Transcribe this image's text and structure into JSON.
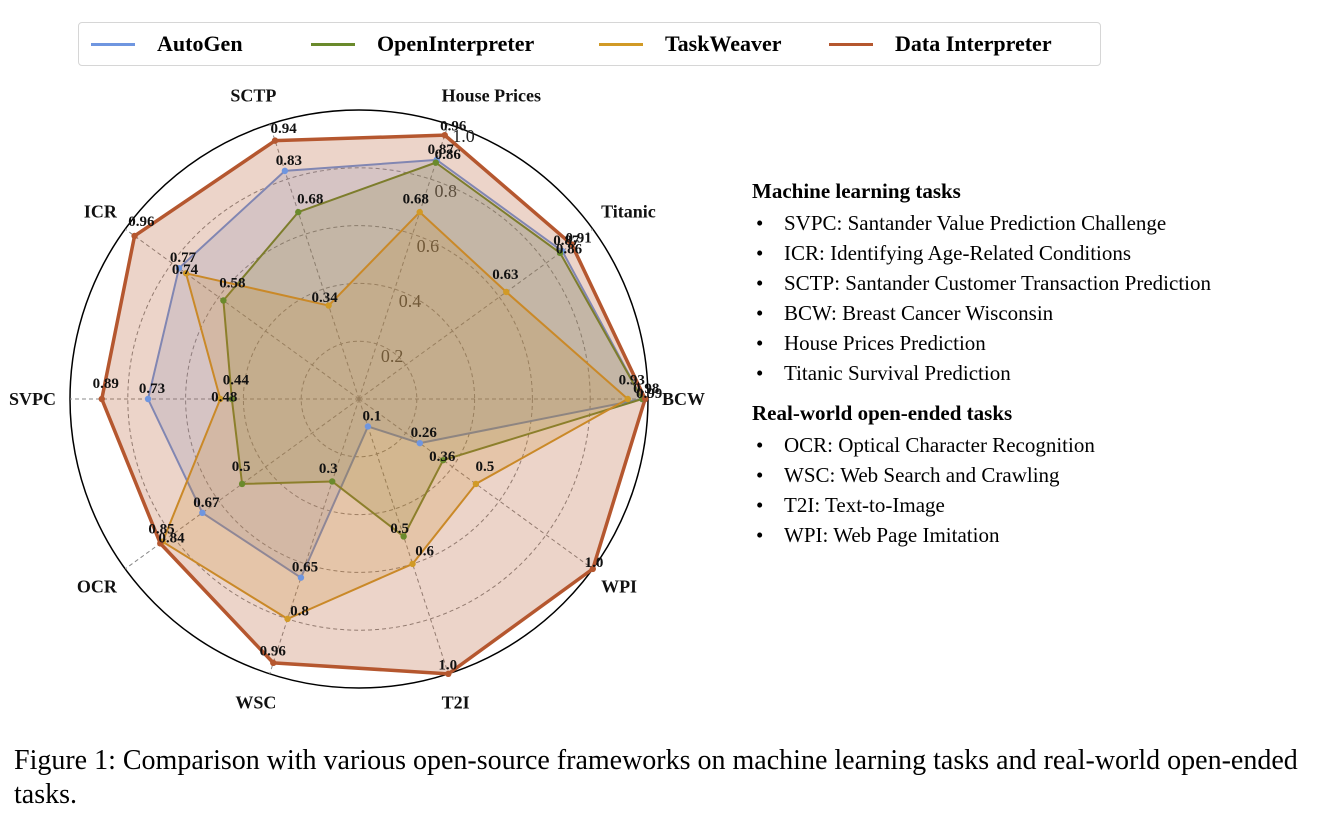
{
  "legend": [
    {
      "name": "AutoGen",
      "color": "#6f96e0"
    },
    {
      "name": "OpenInterpreter",
      "color": "#6a8a2c"
    },
    {
      "name": "TaskWeaver",
      "color": "#d19a26"
    },
    {
      "name": "Data Interpreter",
      "color": "#b5572f"
    }
  ],
  "chart_data": {
    "type": "radar",
    "axes": [
      "BCW",
      "Titanic",
      "House Prices",
      "SCTP",
      "ICR",
      "SVPC",
      "OCR",
      "WSC",
      "T2I",
      "WPI"
    ],
    "rlim": [
      0,
      1.0
    ],
    "rticks": [
      "0.2",
      "0.4",
      "0.6",
      "0.8",
      "1.0"
    ],
    "grid": true,
    "legend_position": "top",
    "series": [
      {
        "name": "AutoGen",
        "color": "#6f96e0",
        "values": [
          0.98,
          0.87,
          0.87,
          0.83,
          0.77,
          0.73,
          0.67,
          0.65,
          0.1,
          0.26
        ],
        "labels": [
          "0.98",
          "0.87",
          "0.87",
          "0.83",
          "0.77",
          "0.73",
          "0.67",
          "0.65",
          "0.1",
          "0.26"
        ]
      },
      {
        "name": "OpenInterpreter",
        "color": "#6a8a2c",
        "values": [
          0.98,
          0.86,
          0.86,
          0.68,
          0.58,
          0.44,
          0.5,
          0.3,
          0.5,
          0.36
        ],
        "labels": [
          "",
          "0.86",
          "0.86",
          "0.68",
          "0.58",
          "0.44",
          "0.5",
          "0.3",
          "0.5",
          "0.36"
        ]
      },
      {
        "name": "TaskWeaver",
        "color": "#d19a26",
        "values": [
          0.93,
          0.63,
          0.68,
          0.34,
          0.74,
          0.48,
          0.84,
          0.8,
          0.6,
          0.5
        ],
        "labels": [
          "0.93",
          "0.63",
          "0.68",
          "0.34",
          "0.74",
          "0.48",
          "0.84",
          "0.8",
          "0.6",
          "0.5"
        ]
      },
      {
        "name": "Data Interpreter",
        "color": "#b5572f",
        "values": [
          0.99,
          0.91,
          0.96,
          0.94,
          0.96,
          0.89,
          0.85,
          0.96,
          1.0,
          1.0
        ],
        "labels": [
          "0.99",
          "0.91",
          "0.96",
          "0.94",
          "0.96",
          "0.89",
          "0.85",
          "0.96",
          "1.0",
          "1.0"
        ]
      }
    ]
  },
  "machine_learning": {
    "title": "Machine learning tasks",
    "items": [
      "SVPC: Santander Value Prediction Challenge",
      "ICR: Identifying Age-Related Conditions",
      "SCTP: Santander Customer Transaction Prediction",
      "BCW: Breast Cancer Wisconsin",
      "House Prices Prediction",
      "Titanic Survival Prediction"
    ]
  },
  "real_world": {
    "title": "Real-world open-ended tasks",
    "items": [
      "OCR: Optical Character Recognition",
      "WSC: Web Search and Crawling",
      "T2I: Text-to-Image",
      "WPI: Web Page Imitation"
    ]
  },
  "caption": "Figure 1: Comparison with various open-source frameworks on machine learning tasks and real-world open-ended tasks."
}
